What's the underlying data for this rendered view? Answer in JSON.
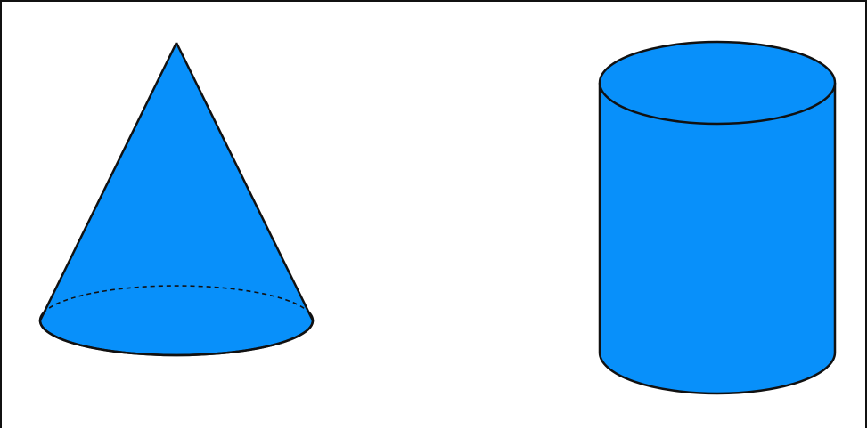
{
  "figure": {
    "fill_color": "#0890FA",
    "stroke_color": "#111111",
    "background": "#ffffff",
    "shapes": [
      {
        "kind": "cone",
        "icon": "cone-shape"
      },
      {
        "kind": "cylinder",
        "icon": "cylinder-shape"
      }
    ]
  }
}
